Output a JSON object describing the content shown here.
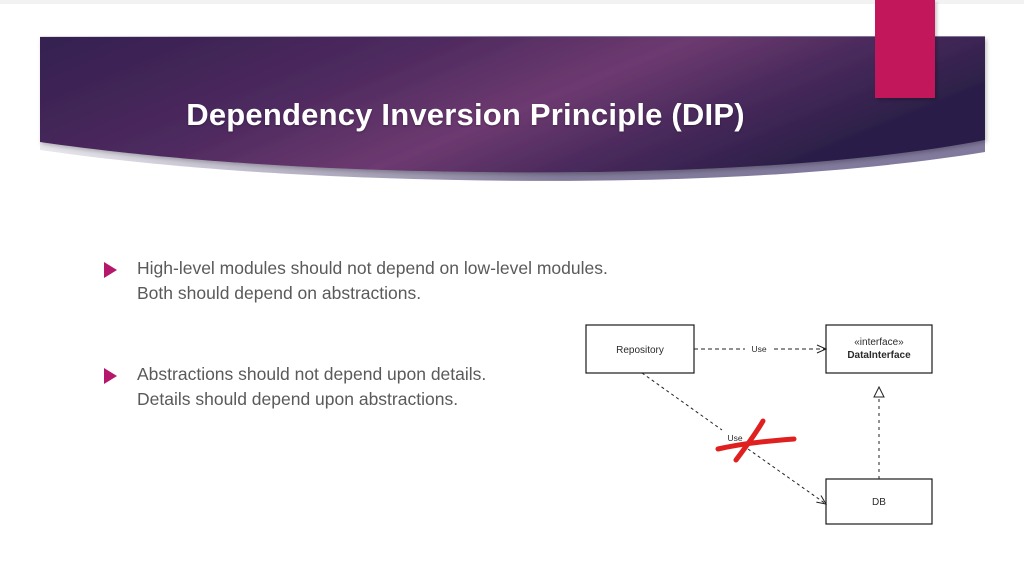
{
  "slide": {
    "title": "Dependency Inversion Principle (DIP)",
    "accent_colors": {
      "banner_dark": "#342050",
      "banner_mid": "#6d3a70",
      "banner_light_swoosh": "#6d6489",
      "pink_bar": "#c2185b",
      "bullet_marker": "#b5186b",
      "body_text": "#5a5a5a",
      "cross_red": "#e02020"
    },
    "bullets": [
      {
        "marker": "triangle-right-bullet",
        "lines": [
          "High-level modules should not depend on low-level modules.",
          "Both should depend on abstractions."
        ]
      },
      {
        "marker": "triangle-right-bullet",
        "lines": [
          "Abstractions should not depend upon details.",
          "Details should depend upon abstractions."
        ]
      }
    ]
  },
  "diagram": {
    "type": "uml-class-diagram",
    "nodes": [
      {
        "id": "repository",
        "label": "Repository",
        "stereotype": ""
      },
      {
        "id": "datainterface",
        "label": "DataInterface",
        "stereotype": "«interface»"
      },
      {
        "id": "db",
        "label": "DB",
        "stereotype": ""
      }
    ],
    "edges": [
      {
        "id": "repo-uses-interface",
        "from": "repository",
        "to": "datainterface",
        "label": "Use",
        "style": "dashed",
        "arrow": "open"
      },
      {
        "id": "repo-uses-db",
        "from": "repository",
        "to": "db",
        "label": "Use",
        "style": "dashed",
        "arrow": "open",
        "annotation": "crossed-out"
      },
      {
        "id": "db-implements-interface",
        "from": "db",
        "to": "datainterface",
        "label": "",
        "style": "dashed",
        "arrow": "hollow-triangle"
      }
    ],
    "annotations": [
      {
        "id": "red-cross",
        "type": "hand-drawn-cross",
        "color": "#e02020",
        "target_edge": "repo-uses-db"
      }
    ]
  }
}
